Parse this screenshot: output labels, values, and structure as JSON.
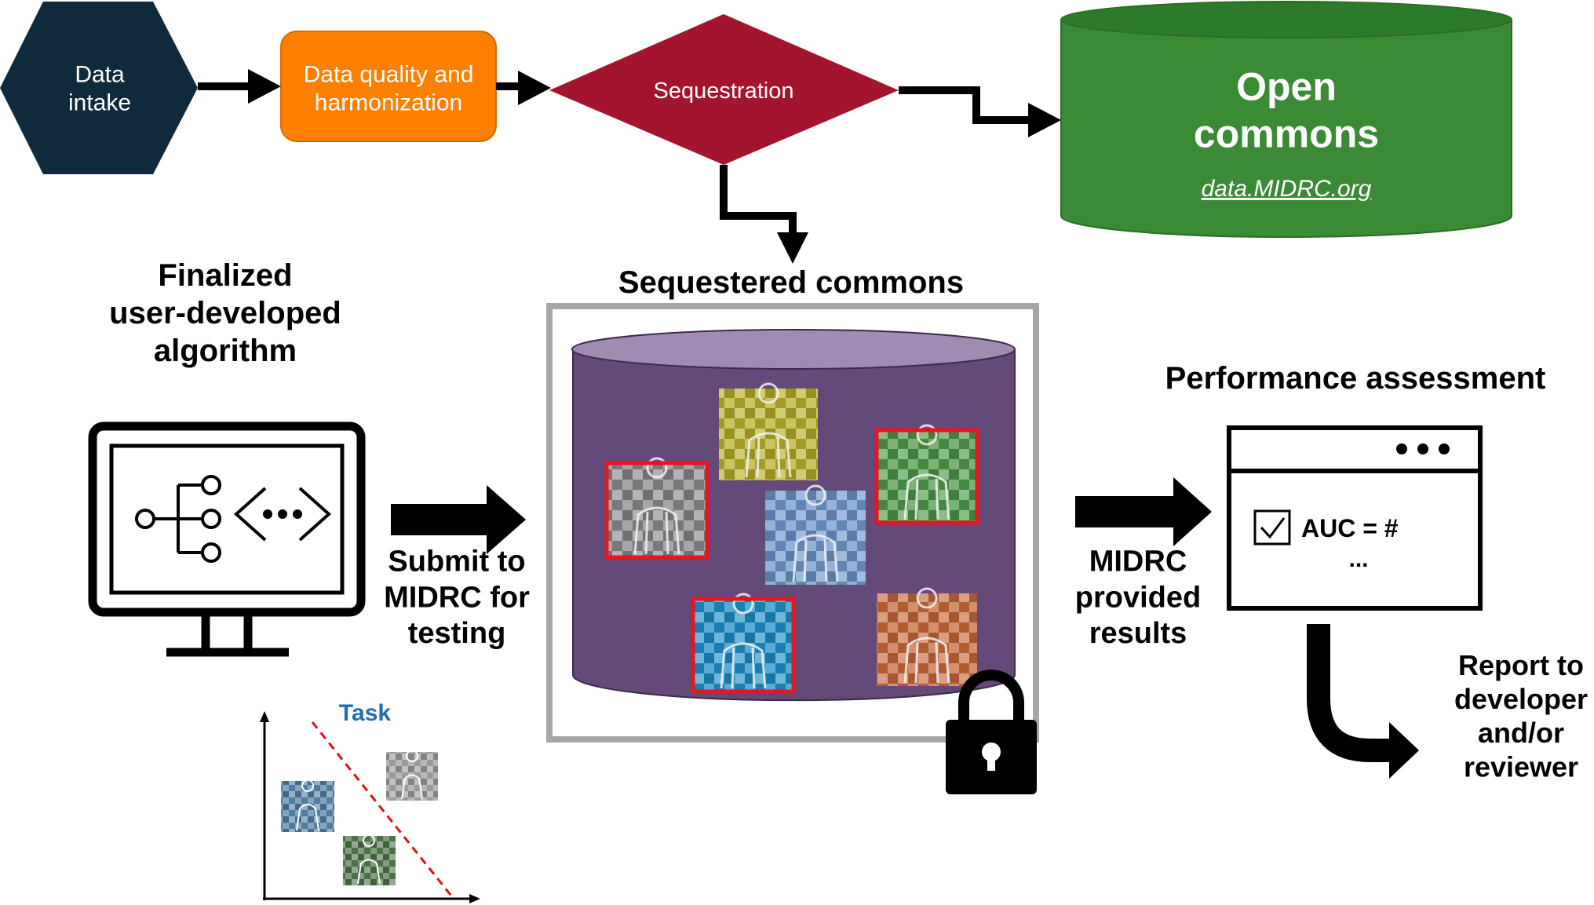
{
  "pipeline": {
    "data_intake": "Data\nintake",
    "quality": "Data quality and\nharmonization",
    "sequestration": "Sequestration",
    "open_commons_title": "Open\ncommons",
    "open_commons_link": "data.MIDRC.org"
  },
  "sequestered": {
    "title": "Sequestered commons"
  },
  "algorithm": {
    "title": "Finalized\nuser-developed\nalgorithm",
    "submit": "Submit to\nMIDRC for\ntesting"
  },
  "task_plot": {
    "label": "Task"
  },
  "results": {
    "label": "MIDRC\nprovided\nresults"
  },
  "performance": {
    "title": "Performance assessment",
    "auc": "AUC = #",
    "ellipsis": "...",
    "report": "Report to\ndeveloper\nand/or\nreviewer"
  },
  "colors": {
    "hexagon": "#0f2a3c",
    "quality": "#ff7f00",
    "diamond": "#a3152e",
    "open_commons": "#3b8a35",
    "open_commons_top": "#2e7a2b",
    "sequestered_cylinder": "#634a78",
    "sequestered_top": "#a08cb3",
    "task_label": "#1f6fb2",
    "task_line": "#dd1111",
    "highlight_border": "#e8141e"
  },
  "tiles": [
    {
      "name": "tile-gray",
      "color": "#8a8a8a",
      "highlighted": true
    },
    {
      "name": "tile-yellow",
      "color": "#b9b02a",
      "highlighted": false
    },
    {
      "name": "tile-green",
      "color": "#4f9a4a",
      "highlighted": true
    },
    {
      "name": "tile-lightblue",
      "color": "#6f97cc",
      "highlighted": false
    },
    {
      "name": "tile-cyan",
      "color": "#1e90c8",
      "highlighted": true
    },
    {
      "name": "tile-orange",
      "color": "#c86a3c",
      "highlighted": false
    }
  ],
  "icons": [
    "monitor-icon",
    "network-graph-icon",
    "code-brackets-icon",
    "lock-icon",
    "checkbox-icon",
    "browser-window-icon"
  ]
}
